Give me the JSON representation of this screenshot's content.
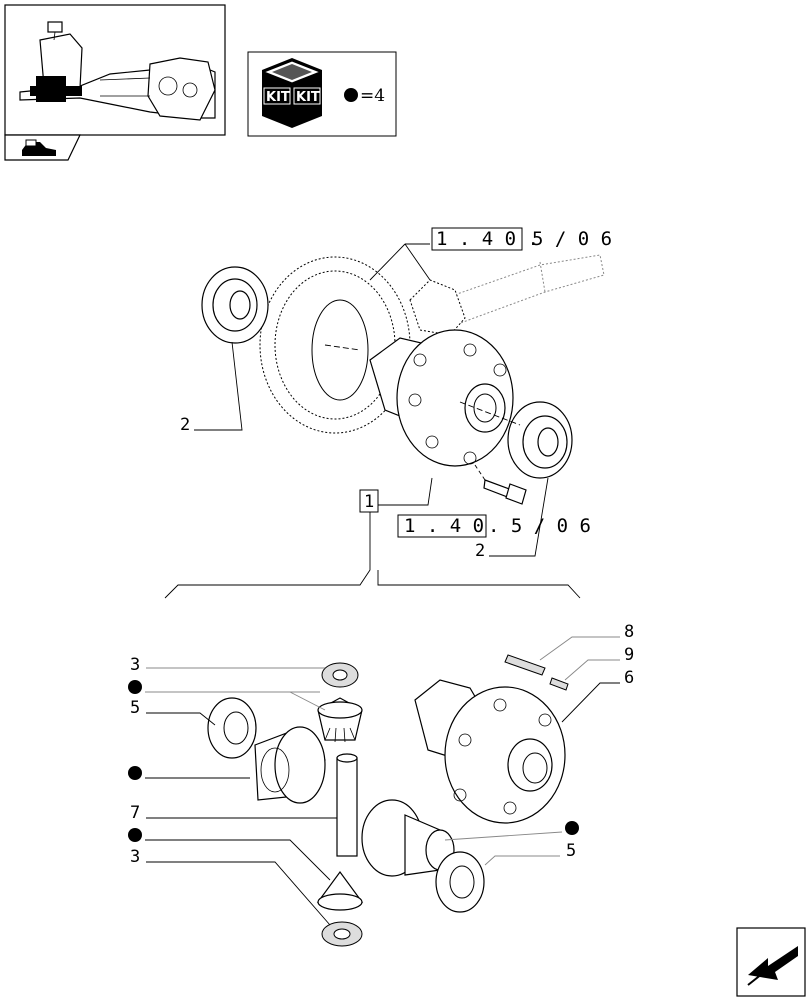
{
  "kit_box": {
    "kit_text_left": "KIT",
    "kit_text_right": "KIT",
    "equation": "=4"
  },
  "references": {
    "top_ref": {
      "boxed": "1 . 4 0 .",
      "rest": "5 / 0 6"
    },
    "mid_ref": {
      "boxed": "1 . 4 0",
      "rest": ". 5 / 0 6"
    }
  },
  "callouts": {
    "part_1": "1",
    "part_2_left": "2",
    "part_2_right": "2",
    "part_3_top": "3",
    "part_3_bottom": "3",
    "part_5_left": "5",
    "part_5_right": "5",
    "part_6": "6",
    "part_7": "7",
    "part_8": "8",
    "part_9": "9"
  }
}
